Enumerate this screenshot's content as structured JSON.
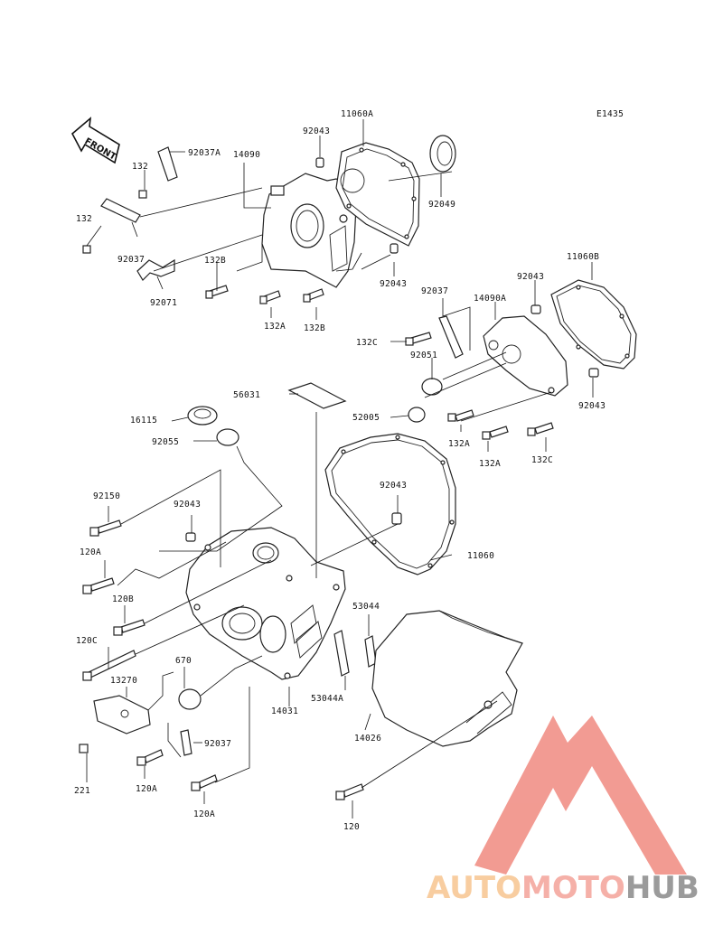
{
  "diagram": {
    "code": "E1435",
    "front_label": "FRONT",
    "labels": {
      "l_11060A": "11060A",
      "l_92043_top": "92043",
      "l_92037A": "92037A",
      "l_14090": "14090",
      "l_92049": "92049",
      "l_132_a": "132",
      "l_132_b": "132",
      "l_92037_left": "92037",
      "l_92071": "92071",
      "l_132B_left": "132B",
      "l_132A_mid": "132A",
      "l_132B_mid": "132B",
      "l_92043_mid": "92043",
      "l_11060B": "11060B",
      "l_92043_right": "92043",
      "l_92037_right": "92037",
      "l_14090A": "14090A",
      "l_132C_left": "132C",
      "l_92051": "92051",
      "l_56031": "56031",
      "l_52005": "52005",
      "l_92043_lower_right": "92043",
      "l_16115": "16115",
      "l_92055": "92055",
      "l_132A_r1": "132A",
      "l_132A_r2": "132A",
      "l_132C_right": "132C",
      "l_92150": "92150",
      "l_92043_gasket": "92043",
      "l_92043_left": "92043",
      "l_120A_top": "120A",
      "l_11060": "11060",
      "l_120B": "120B",
      "l_53044": "53044",
      "l_120C": "120C",
      "l_670": "670",
      "l_13270": "13270",
      "l_14031": "14031",
      "l_53044A": "53044A",
      "l_92037_bottom": "92037",
      "l_14026": "14026",
      "l_221": "221",
      "l_120A_b1": "120A",
      "l_120A_b2": "120A",
      "l_120": "120"
    }
  },
  "watermark": {
    "part1": "AUTO",
    "part2": "MOTO",
    "part3": "HUB",
    "color1": "#f7c590",
    "color2": "#f4a39a",
    "color3": "#8a8a8a",
    "logo_color": "#f08a80"
  }
}
